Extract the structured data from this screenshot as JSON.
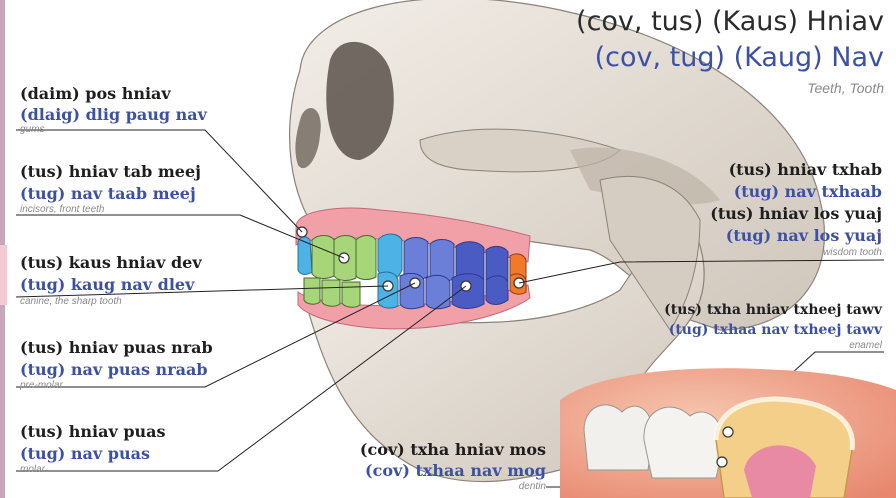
{
  "title": {
    "hmong_white": "(cov, tus) (Kaus) Hniav",
    "hmong_green": "(cov, tug) (Kaug) Nav",
    "english": "Teeth, Tooth"
  },
  "labels": {
    "gums": {
      "white": "(daim) pos hniav",
      "green": "(dlaig) dlig paug nav",
      "english": "gums"
    },
    "incisors": {
      "white": "(tus) hniav tab meej",
      "green": "(tug) nav taab meej",
      "english": "incisors, front teeth"
    },
    "canine": {
      "white": "(tus) kaus hniav dev",
      "green": "(tug) kaug nav dlev",
      "english": "canine, the sharp tooth"
    },
    "premolar": {
      "white": "(tus) hniav puas nrab",
      "green": "(tug) nav puas nraab",
      "english": "pre-molar"
    },
    "molar": {
      "white": "(tus) hniav puas",
      "green": "(tug) nav puas",
      "english": "molar"
    },
    "back_teeth": {
      "white": "(tus) hniav txhab",
      "green": "(tug) nav txhaab"
    },
    "wisdom": {
      "white": "(tus) hniav los yuaj",
      "green": "(tug) nav los yuaj",
      "english": "wisdom tooth"
    },
    "enamel": {
      "white": "(tus) txha hniav txheej tawv",
      "green": "(tug) txhaa nav txheej tawv",
      "english": "enamel"
    },
    "dentin": {
      "white": "(cov) txha hniav mos",
      "green": "(cov) txhaa nav mog",
      "english": "dentin"
    }
  },
  "colors": {
    "dialect_white": "#1e1e1e",
    "dialect_green": "#3d51a3",
    "english": "#8a8a8a",
    "gum": "#f2a0a8",
    "incisor": "#a6d57a",
    "canine": "#4db3e6",
    "premolar": "#6b7fd8",
    "molar": "#4a5bc4",
    "wisdom": "#f07a2a",
    "bone": "#e6e0d8"
  }
}
